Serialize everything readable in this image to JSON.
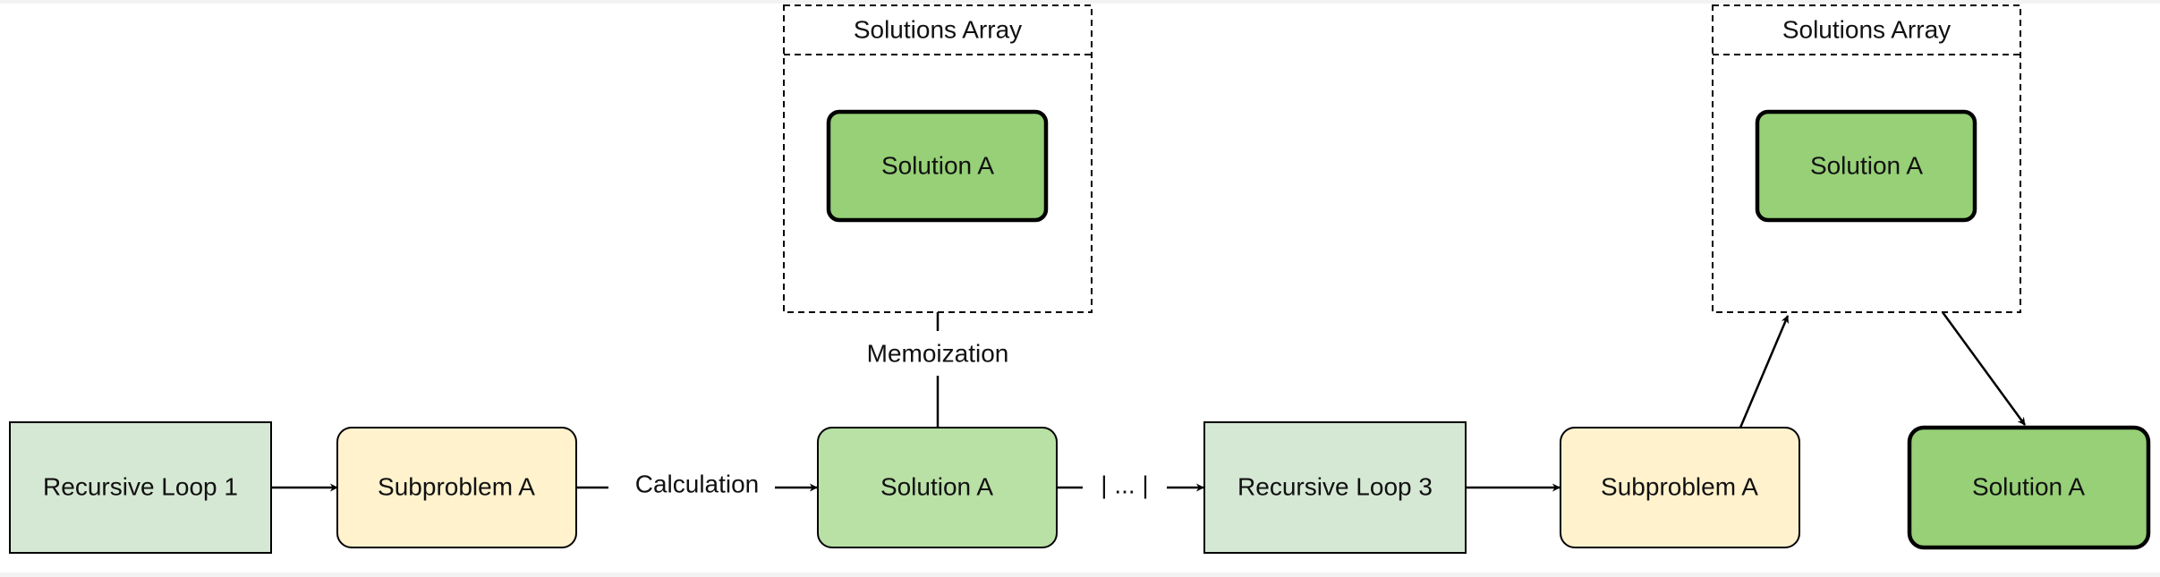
{
  "colors": {
    "loop_fill": "#d5e8d4",
    "subproblem_fill": "#fff2cc",
    "solution_light_fill": "#b9e0a5",
    "solution_strong_fill": "#97d077",
    "stroke": "#000000",
    "text": "#111111"
  },
  "nodes": {
    "loop1": "Recursive Loop 1",
    "sub1": "Subproblem A",
    "sol_mid": "Solution A",
    "loop3": "Recursive Loop 3",
    "sub2": "Subproblem A",
    "sol_final": "Solution A",
    "array1_title": "Solutions Array",
    "array1_item": "Solution A",
    "array2_title": "Solutions Array",
    "array2_item": "Solution A"
  },
  "edges": {
    "calculation": "Calculation",
    "ellipsis": "| ... |",
    "memoization": "Memoization"
  }
}
